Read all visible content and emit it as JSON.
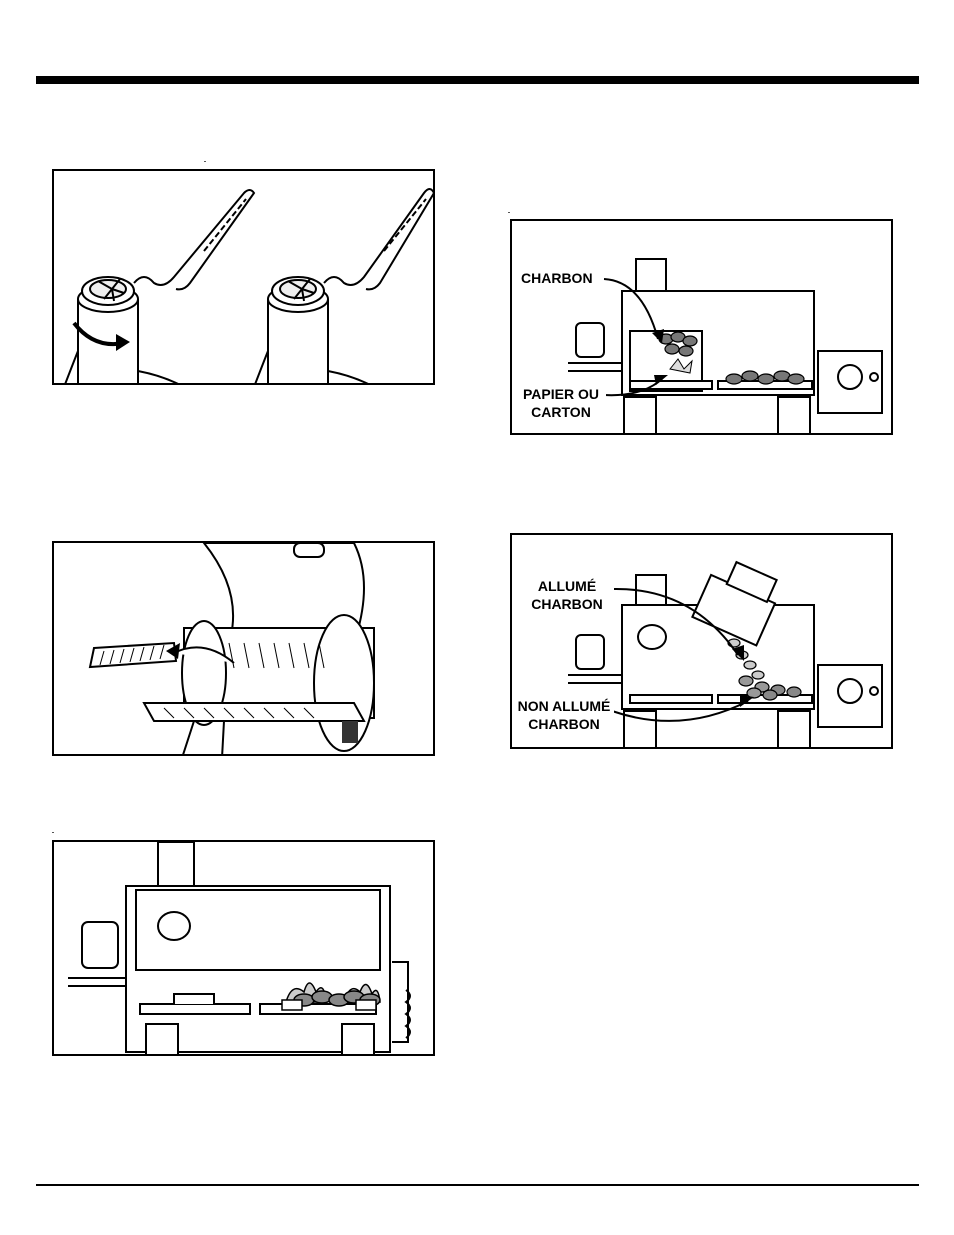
{
  "figures": {
    "fig_charbon": {
      "label_charbon": "CHARBON",
      "label_papier_line1": "PAPIER OU",
      "label_papier_line2": "CARTON"
    },
    "fig_allume": {
      "label_allume_line1": "ALLUMÉ",
      "label_allume_line2": "CHARBON",
      "label_non_allume_line1": "NON ALLUMÉ",
      "label_non_allume_line2": "CHARBON"
    }
  }
}
